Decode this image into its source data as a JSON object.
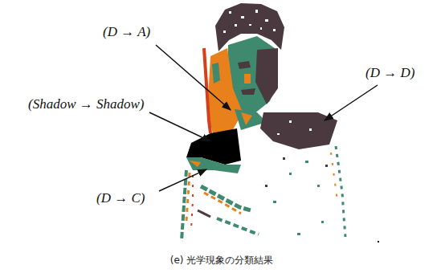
{
  "diagram": {
    "caption": "(e) 光学現象の分類結果",
    "labels": [
      "(D → A)",
      "(D → D)",
      "(Shadow → Shadow)",
      "(D → C)"
    ]
  }
}
